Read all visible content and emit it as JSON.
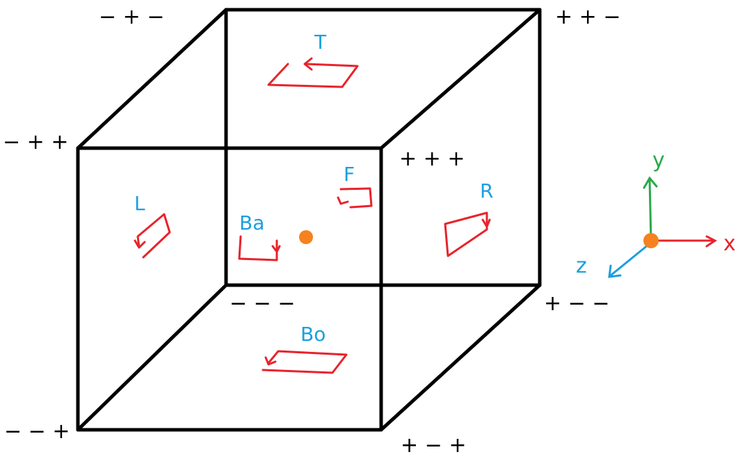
{
  "colors": {
    "edge": "#000000",
    "face_label": "#1a9fe0",
    "face_arrow": "#e8232b",
    "origin": "#f5821f",
    "x_axis": "#e8232b",
    "y_axis": "#2aa84a",
    "z_axis": "#1a9fe0"
  },
  "corners": {
    "back_top_left": "− + −",
    "back_top_right": "+ + −",
    "front_top_left": "− + +",
    "front_top_right": "+ + +",
    "back_bottom_left": "− − −",
    "back_bottom_right": "+ − −",
    "front_bottom_left": "− − +",
    "front_bottom_right": "+ − +"
  },
  "faces": {
    "top": "T",
    "front": "F",
    "left": "L",
    "right": "R",
    "back": "Ba",
    "bottom": "Bo"
  },
  "axes": {
    "x": "x",
    "y": "y",
    "z": "z"
  }
}
